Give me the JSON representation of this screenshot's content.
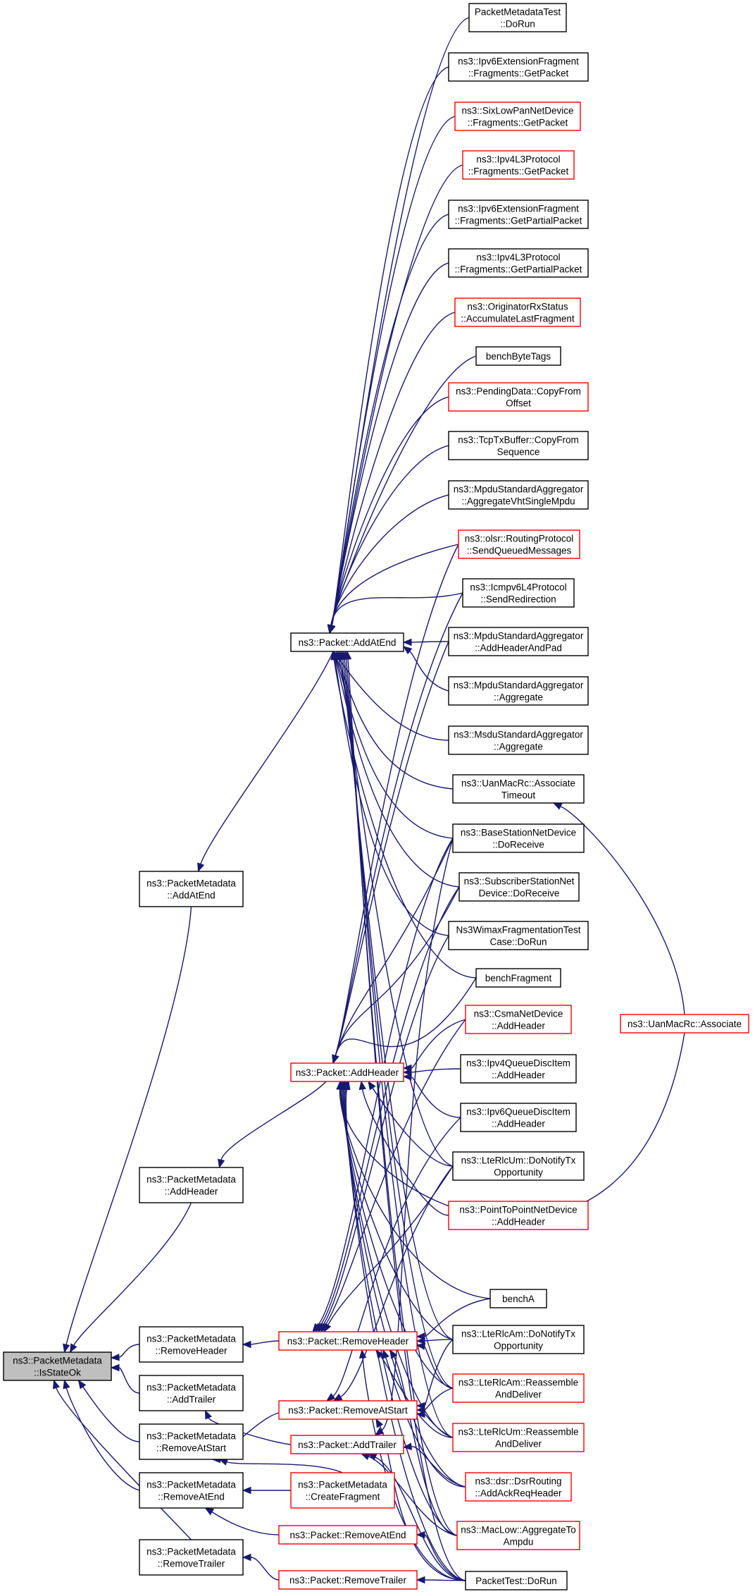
{
  "colors": {
    "edge": "#191970",
    "node_border": "#000000",
    "node_border_red": "#ff0000",
    "root_fill": "#bfbfbf"
  },
  "nodes": {
    "isStateOk": {
      "lines": [
        "ns3::PacketMetadata",
        "::IsStateOk"
      ],
      "style": "root"
    },
    "pmAddAtEnd": {
      "lines": [
        "ns3::PacketMetadata",
        "::AddAtEnd"
      ],
      "style": "normal"
    },
    "pmAddHeader": {
      "lines": [
        "ns3::PacketMetadata",
        "::AddHeader"
      ],
      "style": "normal"
    },
    "pmRemoveHeader": {
      "lines": [
        "ns3::PacketMetadata",
        "::RemoveHeader"
      ],
      "style": "normal"
    },
    "pmAddTrailer": {
      "lines": [
        "ns3::PacketMetadata",
        "::AddTrailer"
      ],
      "style": "normal"
    },
    "pmRemoveAtStart": {
      "lines": [
        "ns3::PacketMetadata",
        "::RemoveAtStart"
      ],
      "style": "normal"
    },
    "pmRemoveAtEnd": {
      "lines": [
        "ns3::PacketMetadata",
        "::RemoveAtEnd"
      ],
      "style": "normal"
    },
    "pmRemoveTrailer": {
      "lines": [
        "ns3::PacketMetadata",
        "::RemoveTrailer"
      ],
      "style": "normal"
    },
    "pAddAtEnd": {
      "lines": [
        "ns3::Packet::AddAtEnd"
      ],
      "style": "normal"
    },
    "pAddHeader": {
      "lines": [
        "ns3::Packet::AddHeader"
      ],
      "style": "red"
    },
    "pRemoveHeader": {
      "lines": [
        "ns3::Packet::RemoveHeader"
      ],
      "style": "red"
    },
    "pRemoveAtStart": {
      "lines": [
        "ns3::Packet::RemoveAtStart"
      ],
      "style": "red"
    },
    "pAddTrailer": {
      "lines": [
        "ns3::Packet::AddTrailer"
      ],
      "style": "red"
    },
    "pmCreateFragment": {
      "lines": [
        "ns3::PacketMetadata",
        "::CreateFragment"
      ],
      "style": "red"
    },
    "pRemoveAtEnd": {
      "lines": [
        "ns3::Packet::RemoveAtEnd"
      ],
      "style": "red"
    },
    "pRemoveTrailer": {
      "lines": [
        "ns3::Packet::RemoveTrailer"
      ],
      "style": "red"
    },
    "pmTestDoRun": {
      "lines": [
        "PacketMetadataTest",
        "::DoRun"
      ],
      "style": "normal"
    },
    "ipv6ExtFragGetPacket": {
      "lines": [
        "ns3::Ipv6ExtensionFragment",
        "::Fragments::GetPacket"
      ],
      "style": "normal"
    },
    "sixLowPanGetPacket": {
      "lines": [
        "ns3::SixLowPanNetDevice",
        "::Fragments::GetPacket"
      ],
      "style": "red"
    },
    "ipv4L3GetPacket": {
      "lines": [
        "ns3::Ipv4L3Protocol",
        "::Fragments::GetPacket"
      ],
      "style": "red"
    },
    "ipv6ExtFragGetPartial": {
      "lines": [
        "ns3::Ipv6ExtensionFragment",
        "::Fragments::GetPartialPacket"
      ],
      "style": "normal"
    },
    "ipv4L3GetPartial": {
      "lines": [
        "ns3::Ipv4L3Protocol",
        "::Fragments::GetPartialPacket"
      ],
      "style": "normal"
    },
    "originatorRxStatus": {
      "lines": [
        "ns3::OriginatorRxStatus",
        "::AccumulateLastFragment"
      ],
      "style": "red"
    },
    "benchByteTags": {
      "lines": [
        "benchByteTags"
      ],
      "style": "normal"
    },
    "pendingDataCopy": {
      "lines": [
        "ns3::PendingData::CopyFrom",
        "Offset"
      ],
      "style": "red"
    },
    "tcpTxBufferCopy": {
      "lines": [
        "ns3::TcpTxBuffer::CopyFrom",
        "Sequence"
      ],
      "style": "normal"
    },
    "mpduAggVht": {
      "lines": [
        "ns3::MpduStandardAggregator",
        "::AggregateVhtSingleMpdu"
      ],
      "style": "normal"
    },
    "olsrSendQueued": {
      "lines": [
        "ns3::olsr::RoutingProtocol",
        "::SendQueuedMessages"
      ],
      "style": "red"
    },
    "icmpv6SendRedirection": {
      "lines": [
        "ns3::Icmpv6L4Protocol",
        "::SendRedirection"
      ],
      "style": "normal"
    },
    "mpduAggAddHeaderAndPad": {
      "lines": [
        "ns3::MpduStandardAggregator",
        "::AddHeaderAndPad"
      ],
      "style": "normal"
    },
    "mpduAggAggregate": {
      "lines": [
        "ns3::MpduStandardAggregator",
        "::Aggregate"
      ],
      "style": "normal"
    },
    "msduAggAggregate": {
      "lines": [
        "ns3::MsduStandardAggregator",
        "::Aggregate"
      ],
      "style": "normal"
    },
    "uanAssociateTimeout": {
      "lines": [
        "ns3::UanMacRc::Associate",
        "Timeout"
      ],
      "style": "normal"
    },
    "bsNetDeviceDoReceive": {
      "lines": [
        "ns3::BaseStationNetDevice",
        "::DoReceive"
      ],
      "style": "normal"
    },
    "ssNetDeviceDoReceive": {
      "lines": [
        "ns3::SubscriberStationNet",
        "Device::DoReceive"
      ],
      "style": "normal"
    },
    "wimaxFragTest": {
      "lines": [
        "Ns3WimaxFragmentationTest",
        "Case::DoRun"
      ],
      "style": "normal"
    },
    "benchFragment": {
      "lines": [
        "benchFragment"
      ],
      "style": "normal"
    },
    "csmaAddHeader": {
      "lines": [
        "ns3::CsmaNetDevice",
        "::AddHeader"
      ],
      "style": "red"
    },
    "ipv4QdiAddHeader": {
      "lines": [
        "ns3::Ipv4QueueDiscItem",
        "::AddHeader"
      ],
      "style": "normal"
    },
    "ipv6QdiAddHeader": {
      "lines": [
        "ns3::Ipv6QueueDiscItem",
        "::AddHeader"
      ],
      "style": "normal"
    },
    "lteRlcUmNotify": {
      "lines": [
        "ns3::LteRlcUm::DoNotifyTx",
        "Opportunity"
      ],
      "style": "normal"
    },
    "p2pAddHeader": {
      "lines": [
        "ns3::PointToPointNetDevice",
        "::AddHeader"
      ],
      "style": "red"
    },
    "benchA": {
      "lines": [
        "benchA"
      ],
      "style": "normal"
    },
    "lteRlcAmNotify": {
      "lines": [
        "ns3::LteRlcAm::DoNotifyTx",
        "Opportunity"
      ],
      "style": "normal"
    },
    "lteRlcAmReassemble": {
      "lines": [
        "ns3::LteRlcAm::Reassemble",
        "AndDeliver"
      ],
      "style": "red"
    },
    "lteRlcUmReassemble": {
      "lines": [
        "ns3::LteRlcUm::Reassemble",
        "AndDeliver"
      ],
      "style": "red"
    },
    "dsrAddAckReq": {
      "lines": [
        "ns3::dsr::DsrRouting",
        "::AddAckReqHeader"
      ],
      "style": "red"
    },
    "macLowAggregate": {
      "lines": [
        "ns3::MacLow::AggregateTo",
        "Ampdu"
      ],
      "style": "red"
    },
    "packetTestDoRun": {
      "lines": [
        "PacketTest::DoRun"
      ],
      "style": "normal"
    },
    "uanAssociate": {
      "lines": [
        "ns3::UanMacRc::Associate"
      ],
      "style": "red"
    }
  }
}
